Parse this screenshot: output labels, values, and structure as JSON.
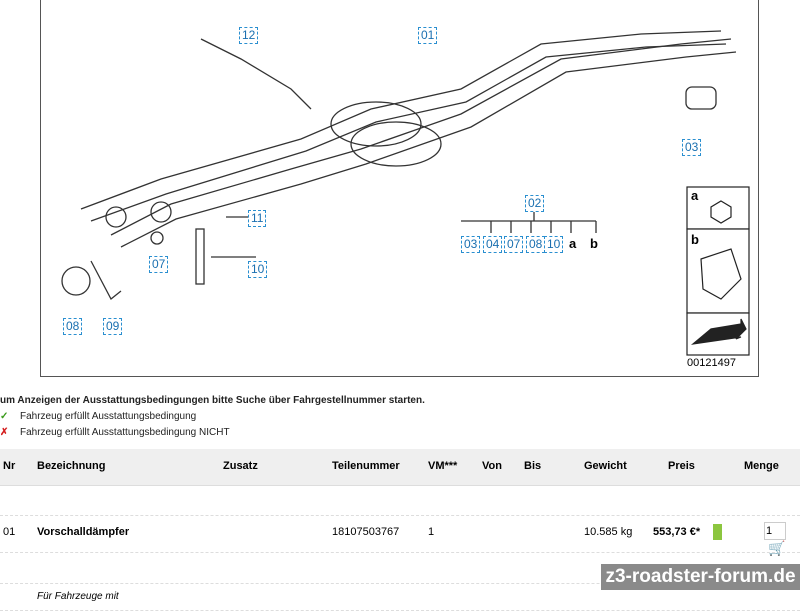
{
  "diagram": {
    "callouts": [
      "12",
      "01",
      "03",
      "02",
      "11",
      "10",
      "07",
      "08",
      "09"
    ],
    "group": [
      "03",
      "04",
      "07",
      "08",
      "10",
      "a",
      "b"
    ],
    "legend": {
      "a": "a",
      "b": "b"
    },
    "image_number": "00121497"
  },
  "notes": {
    "info": "um Anzeigen der Ausstattungsbedingungen bitte Suche über Fahrgestellnummer starten.",
    "ok": "Fahrzeug erfüllt Ausstattungsbedingung",
    "nok": "Fahrzeug erfüllt Ausstattungsbedingung NICHT",
    "ok_mark": "✓",
    "nok_mark": "✗"
  },
  "table": {
    "headers": [
      "Nr",
      "Bezeichnung",
      "Zusatz",
      "Teilenummer",
      "VM***",
      "Von",
      "Bis",
      "Gewicht",
      "Preis",
      "Menge"
    ],
    "row": {
      "nr": "01",
      "name": "Vorschalldämpfer",
      "part": "18107503767",
      "vm": "1",
      "weight": "10.585 kg",
      "price": "553,73 €*",
      "qty": "1"
    },
    "footnote": "Für Fahrzeuge mit"
  },
  "colors": {
    "availability": "#8cc63f",
    "accent": "#2a9fd6"
  },
  "watermark": "z3-roadster-forum.de"
}
